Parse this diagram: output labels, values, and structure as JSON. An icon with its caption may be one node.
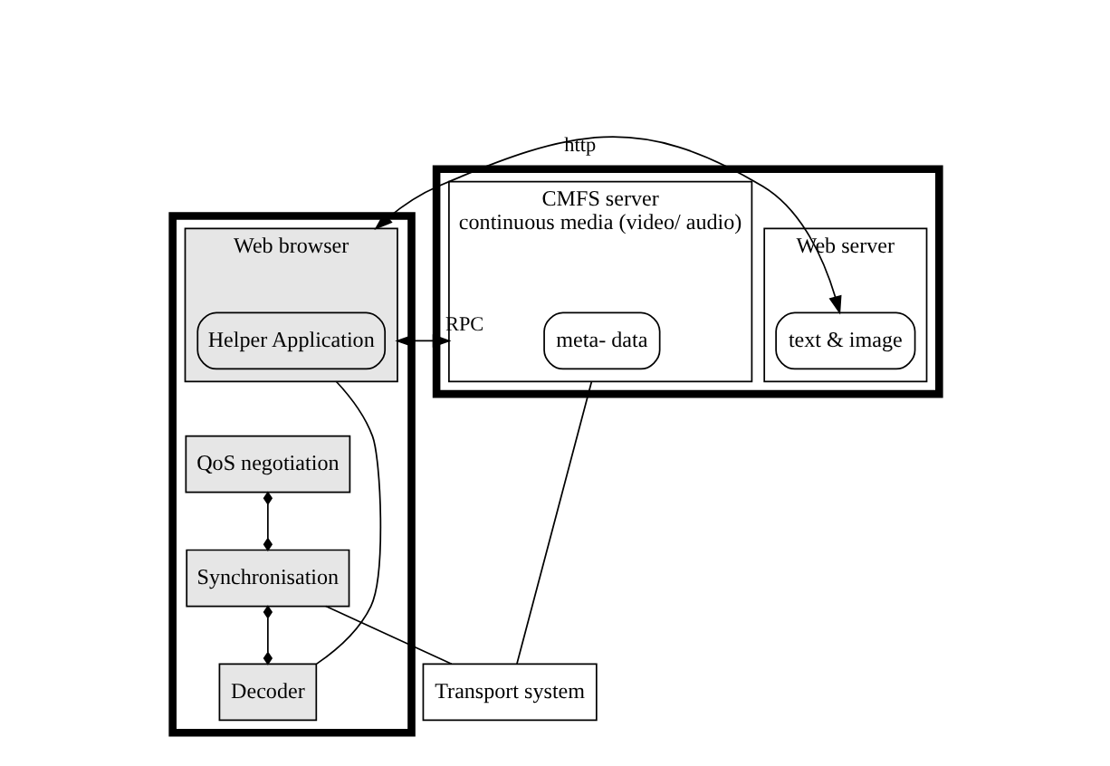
{
  "diagram": {
    "nodes": [
      {
        "text": [],
        "shape": "box"
      },
      {
        "text": [
          "Web browser"
        ],
        "in": 0
      },
      {
        "text": [
          "Helper Application"
        ],
        "in": 1
      },
      {
        "text": [
          "QoS negotiation"
        ],
        "in": 0
      },
      {
        "text": [
          "Synchronisation"
        ],
        "in": 0
      },
      {
        "text": [
          "Decoder"
        ],
        "in": 0
      },
      {
        "text": [],
        "shape": "box"
      },
      {
        "text": [
          "Web server"
        ],
        "in": 6
      },
      {
        "text": [
          "text & image"
        ],
        "in": 7
      },
      {
        "text": [
          "CMFS server",
          "continuous media (video/ audio)"
        ],
        "in": 6
      },
      {
        "text": [
          "meta- data"
        ],
        "in": 9
      },
      {
        "text": [
          "Transport system"
        ]
      }
    ],
    "edges": [
      {
        "from": 9,
        "to": 1,
        "arrow": "both",
        "label": "RPC"
      },
      {
        "from": 1,
        "to": 8,
        "arrow": "both",
        "label": "http"
      },
      {
        "from": 3,
        "to": 4,
        "arrow": "other"
      },
      {
        "from": 4,
        "to": 5,
        "arrow": "other"
      },
      {
        "from": 5,
        "to": 1,
        "arrow": "none"
      },
      {
        "from": 4,
        "to": 11,
        "arrow": "none"
      },
      {
        "from": 9,
        "to": 11,
        "arrow": "none"
      }
    ]
  }
}
